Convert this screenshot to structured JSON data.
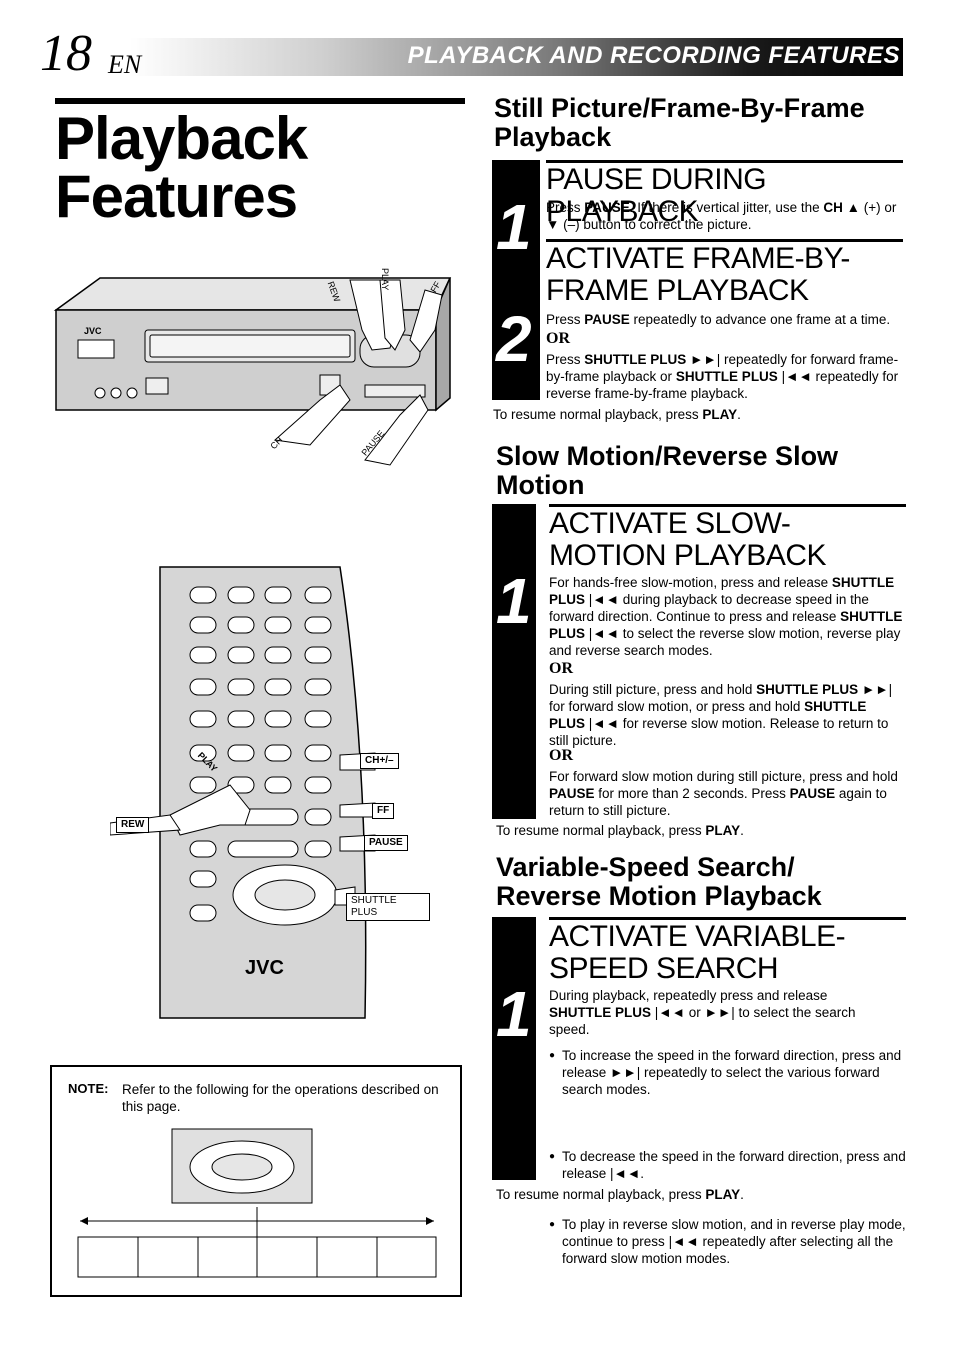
{
  "page": {
    "number": "18",
    "lang": "EN",
    "header": "PLAYBACK AND RECORDING FEATURES",
    "title_line1": "Playback",
    "title_line2": "Features"
  },
  "vcr_labels": {
    "brand": "JVC",
    "rew": "REW",
    "play": "PLAY",
    "ff": "FF",
    "ch": "CH",
    "pause": "PAUSE"
  },
  "remote_labels": {
    "brand": "JVC",
    "play": "PLAY",
    "ch": "CH+/–",
    "ff": "FF",
    "rew": "REW",
    "pause": "PAUSE",
    "shuttle": "SHUTTLE PLUS"
  },
  "note": {
    "label": "NOTE:",
    "text": "Refer to the following for the operations described on this page."
  },
  "sec1": {
    "heading": "Still Picture/Frame-By-Frame Playback",
    "step1_num": "1",
    "step1_title": "PAUSE DURING PLAYBACK",
    "step2_num": "2",
    "step2_title": "ACTIVATE FRAME-BY-FRAME PLAYBACK",
    "or": "OR",
    "resume_pre": "To resume normal playback, press ",
    "resume_key": "PLAY",
    "resume_post": "."
  },
  "sec2": {
    "heading": "Slow Motion/Reverse Slow Motion",
    "step_num": "1",
    "step_title": "ACTIVATE SLOW-MOTION PLAYBACK",
    "or": "OR",
    "resume_pre": "To resume normal playback, press ",
    "resume_key": "PLAY",
    "resume_post": "."
  },
  "sec3": {
    "heading": "Variable-Speed Search/ Reverse Motion Playback",
    "step_num": "1",
    "step_title": "ACTIVATE VARIABLE-SPEED SEARCH",
    "resume_pre": "To resume normal playback, press ",
    "resume_key": "PLAY",
    "resume_post": "."
  },
  "keys": {
    "pause": "PAUSE",
    "ch": "CH",
    "shuttle": "SHUTTLE PLUS",
    "play": "PLAY"
  },
  "text": {
    "s1a": "Press ",
    "s1b": ". If there is vertical jitter, use the ",
    "s1c": " ▲ (+) or ▼ (–) button to correct the picture.",
    "s2a": "Press ",
    "s2b": " repeatedly to advance one frame at a time.",
    "s2c": "Press ",
    "s2d": " ►►| repeatedly for forward frame-by-frame playback or ",
    "s2e": " |◄◄ repeatedly for reverse frame-by-frame playback.",
    "m1a": "For hands-free slow-motion, press and release ",
    "m1b": " |◄◄ during playback to decrease speed in the forward direction. Continue to press and release ",
    "m1c": " |◄◄ to select the reverse slow motion, reverse play and reverse search modes.",
    "m2a": "During still picture, press and hold ",
    "m2b": " ►►| for forward slow motion, or press and hold ",
    "m2c": " |◄◄ for reverse slow motion. Release to return to still picture.",
    "m3a": "For forward slow motion during still picture, press and hold ",
    "m3b": " for more than 2 seconds. Press ",
    "m3c": " again to return to still picture.",
    "v1a": "During playback, repeatedly press and release ",
    "v1b": " |◄◄  or ►►| to select the search speed.",
    "b1": "To increase the speed in the forward direction, press and release ►►| repeatedly to select the various forward search modes.",
    "b2": "To decrease the speed in the forward direction, press and release |◄◄.",
    "b3": "To play in reverse slow motion, and in reverse play mode, continue to press |◄◄ repeatedly after selecting all the forward slow motion modes."
  }
}
